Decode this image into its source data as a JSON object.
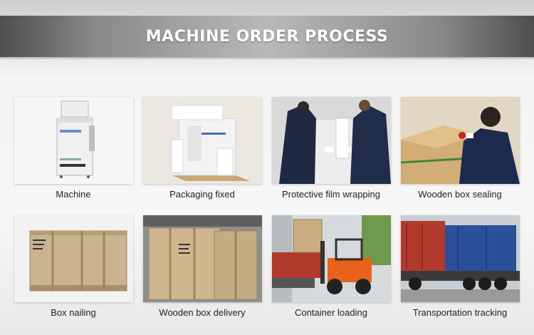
{
  "header": {
    "title": "MACHINE ORDER PROCESS"
  },
  "steps": [
    {
      "label": "Machine",
      "icon": "laser-machine-photo"
    },
    {
      "label": "Packaging fixed",
      "icon": "foam-packaging-photo"
    },
    {
      "label": "Protective film wrapping",
      "icon": "film-wrapping-photo"
    },
    {
      "label": "Wooden box sealing",
      "icon": "box-sealing-photo"
    },
    {
      "label": "Box nailing",
      "icon": "wooden-crate-photo"
    },
    {
      "label": "Wooden box delivery",
      "icon": "crate-delivery-photo"
    },
    {
      "label": "Container loading",
      "icon": "forklift-loading-photo"
    },
    {
      "label": "Transportation tracking",
      "icon": "container-truck-photo"
    }
  ],
  "colors": {
    "banner_dark": "#4e4e4e",
    "banner_light": "#b9b9b9",
    "container_red": "#b23a2c",
    "container_blue": "#2c4f9a",
    "forklift_orange": "#e8621c",
    "wood": "#d7b98a"
  }
}
